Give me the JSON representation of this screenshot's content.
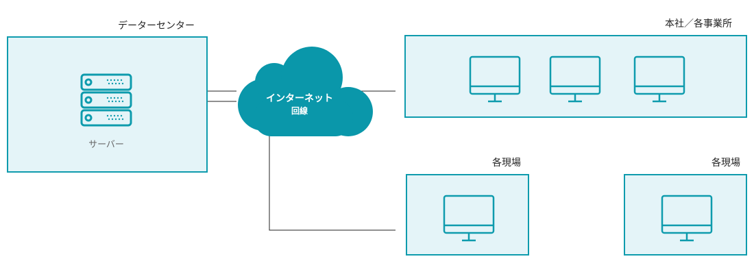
{
  "datacenter": {
    "title": "データーセンター",
    "server_label": "サーバー"
  },
  "internet": {
    "line1": "インターネット",
    "line2": "回線"
  },
  "headoffice": {
    "title": "本社／各事業所"
  },
  "sites": [
    {
      "title": "各現場"
    },
    {
      "title": "各現場"
    }
  ],
  "colors": {
    "accent": "#0e9bad",
    "cloud": "#0a97aa",
    "box_fill": "#e4f4f8"
  }
}
